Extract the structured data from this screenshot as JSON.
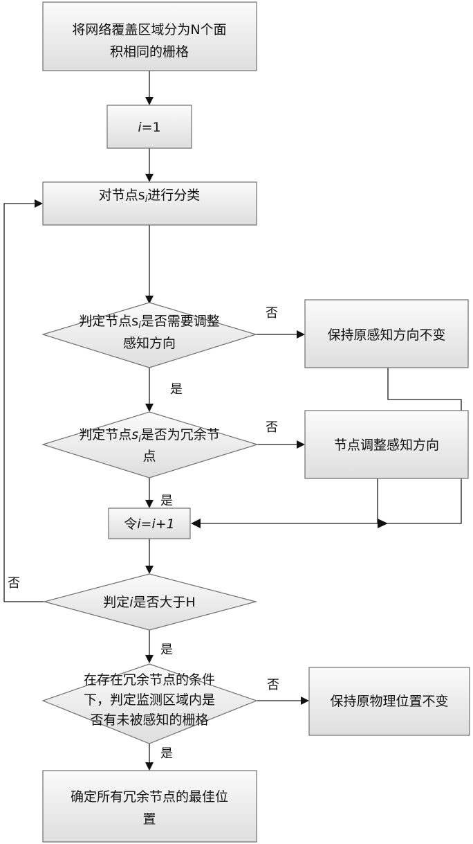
{
  "nodes": {
    "divide_grid": {
      "line1": "将网络覆盖区域分为N个面",
      "line2": "积相同的栅格"
    },
    "init_i": {
      "var": "i",
      "rest": "=1"
    },
    "classify": {
      "pre": "对节点",
      "s": "s",
      "sub": "i",
      "post": "进行分类"
    },
    "judge_adjust": {
      "pre": "判定节点",
      "s": "s",
      "sub": "i",
      "post": "是否需要调整",
      "line2": "感知方向"
    },
    "keep_direction": {
      "text": "保持原感知方向不变"
    },
    "judge_redundant": {
      "pre": "判定节点",
      "s": "s",
      "sub": "i",
      "post": "是否为冗余节",
      "line2": "点"
    },
    "adjust_direction": {
      "text": "节点调整感知方向"
    },
    "increment": {
      "pre": "令",
      "expr": "i=i+1"
    },
    "judge_h": {
      "pre": "判定",
      "var": "i",
      "post": "是否大于H"
    },
    "judge_uncovered": {
      "line1": "在存在冗余节点的条件",
      "line2": "下，判定监测区域内是",
      "line3": "否有未被感知的栅格"
    },
    "keep_position": {
      "text": "保持原物理位置不变"
    },
    "best_position": {
      "line1": "确定所有冗余节点的最佳位",
      "line2": "置"
    }
  },
  "edges": {
    "adjust_no": "否",
    "adjust_yes": "是",
    "redundant_no": "否",
    "redundant_yes": "是",
    "h_no": "否",
    "h_yes": "是",
    "uncovered_no": "否",
    "uncovered_yes": "是"
  }
}
